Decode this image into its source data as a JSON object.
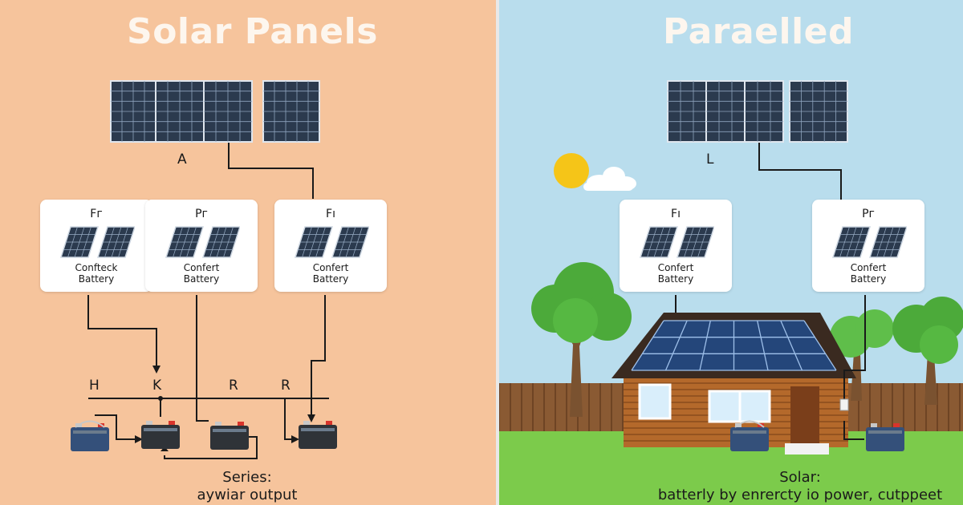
{
  "colors": {
    "left_bg": "#f6c49c",
    "right_sky": "#b9dded",
    "grass": "#7ccb4b",
    "panel": "#2b3a4e",
    "wire": "#1a1a1a",
    "cabin": "#b4692b",
    "sun": "#f5c518"
  },
  "left": {
    "title": "Solar Panels",
    "top_label": "A",
    "cards": [
      {
        "top": "Fг",
        "bottom": "Confteck\nBattery"
      },
      {
        "top": "Pг",
        "bottom": "Confert\nBattery"
      },
      {
        "top": "Fı",
        "bottom": "Confert\nBattery"
      }
    ],
    "node_labels": [
      "H",
      "K",
      "R",
      "R"
    ],
    "caption_line1": "Series:",
    "caption_line2": "aywiar output"
  },
  "right": {
    "title": "Paraelled",
    "top_label": "L",
    "cards": [
      {
        "top": "Fı",
        "bottom": "Confert\nBattery"
      },
      {
        "top": "Pг",
        "bottom": "Confert\nBattery"
      }
    ],
    "caption_line1": "Solar:",
    "caption_line2": "batterly by enrercty io power, cutppeet"
  },
  "icons": [
    "solar-panel-icon",
    "battery-icon",
    "sun-icon",
    "cloud-icon",
    "tree-icon",
    "cabin-icon"
  ]
}
